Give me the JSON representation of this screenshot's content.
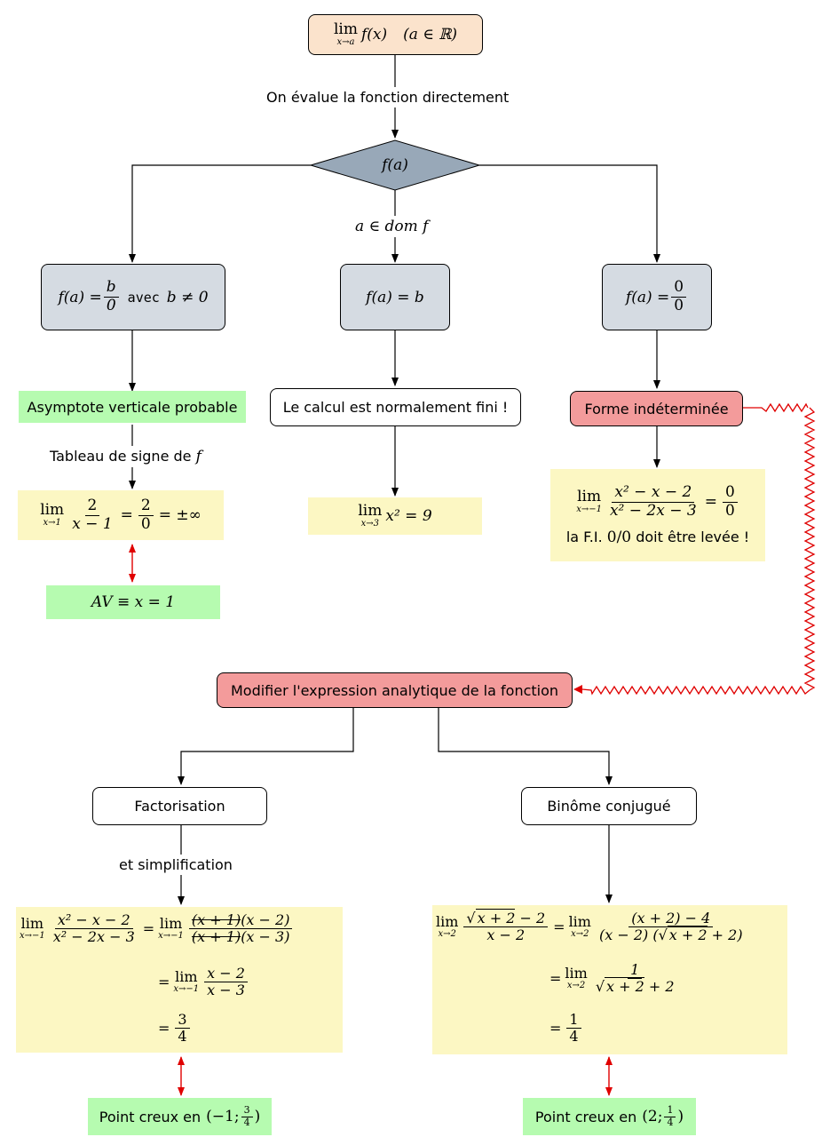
{
  "top": {
    "lim": "lim",
    "sub": "x→a",
    "expr": "f(x)",
    "cond": "(a ∈ ℝ)"
  },
  "labels": {
    "evaluate": "On évalue la fonction directement",
    "domain": "a ∈ dom f",
    "sign_table_prefix": "Tableau de signe de",
    "sign_table_var": "f",
    "simplification": "et simplification"
  },
  "decision": {
    "text": "f(a)"
  },
  "cases": {
    "left": {
      "lhs": "f(a) =",
      "num": "b",
      "den": "0",
      "avec": "avec",
      "cond": "b ≠ 0"
    },
    "middle": {
      "text": "f(a) = b"
    },
    "right": {
      "lhs": "f(a) =",
      "num": "0",
      "den": "0"
    }
  },
  "left_branch": {
    "asymptote": "Asymptote verticale probable",
    "example": {
      "lim": "lim",
      "sub": "x→1",
      "num": "2",
      "den": "x − 1",
      "eq": "=",
      "num2": "2",
      "den2": "0",
      "result": "= ±∞"
    },
    "result": "AV ≡ x = 1"
  },
  "middle_branch": {
    "finite": "Le calcul est normalement fini !",
    "example": {
      "lim": "lim",
      "sub": "x→3",
      "expr": "x² = 9"
    }
  },
  "right_branch": {
    "fi": "Forme indéterminée",
    "example": {
      "lim": "lim",
      "sub": "x→−1",
      "num": "x² − x − 2",
      "den": "x² − 2x − 3",
      "eq": "=",
      "rnum": "0",
      "rden": "0"
    },
    "note_prefix": "la F.I.",
    "note_math": "0/0",
    "note_suffix": "doit être levée !"
  },
  "modify": "Modifier l'expression analytique de la fonction",
  "factorisation": {
    "title": "Factorisation",
    "lim": "lim",
    "sub": "x→−1",
    "num1": "x² − x − 2",
    "den1": "x² − 2x − 3",
    "cross": "(x + 1)",
    "num2": "(x − 2)",
    "den2": "(x − 3)",
    "num3": "x − 2",
    "den3": "x − 3",
    "num4": "3",
    "den4": "4",
    "eq": "=",
    "result_prefix": "Point creux en",
    "result_open": "(−1;",
    "result_num": "3",
    "result_den": "4",
    "result_close": ")"
  },
  "conjugate": {
    "title": "Binôme conjugué",
    "lim": "lim",
    "sub": "x→2",
    "sqrt": "x + 2",
    "minus2": "− 2",
    "den1": "x − 2",
    "num2": "(x + 2) − 4",
    "den2_a": "(x − 2)",
    "den2_b": "+ 2",
    "num3": "1",
    "den3_b": "+ 2",
    "num4": "1",
    "den4": "4",
    "eq": "=",
    "result_prefix": "Point creux en",
    "result_open": "(2;",
    "result_num": "1",
    "result_den": "4",
    "result_close": ")"
  },
  "colors": {
    "peach": "#fbe3cc",
    "grey": "#d5dbe2",
    "diamond": "#98a8b8",
    "red_box": "#f39b9b",
    "green": "#b6fbb0",
    "yellow": "#fcf7c3",
    "red_arrow": "#e00000"
  }
}
